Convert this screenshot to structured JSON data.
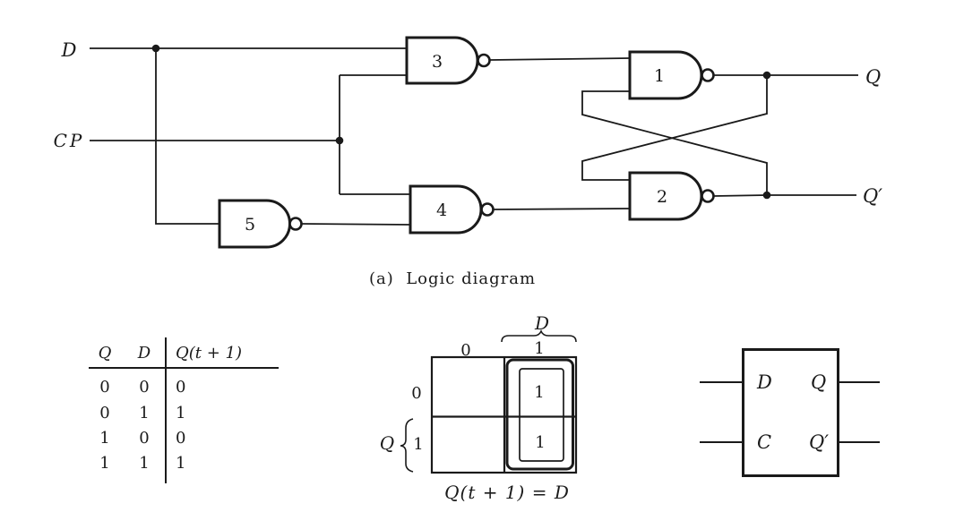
{
  "figure": {
    "caption_a": "(a)  Logic diagram",
    "ink_color": "#1a1a1a",
    "bg_color": "#ffffff"
  },
  "logic_diagram": {
    "input_d": "D",
    "input_cp": "CP",
    "output_q": "Q",
    "output_qp": "Q′",
    "gate_1": "1",
    "gate_2": "2",
    "gate_3": "3",
    "gate_4": "4",
    "gate_5": "5"
  },
  "truth_table": {
    "headers": [
      "Q",
      "D",
      "Q(t + 1)"
    ],
    "rows": [
      [
        "0",
        "0",
        "0"
      ],
      [
        "0",
        "1",
        "1"
      ],
      [
        "1",
        "0",
        "0"
      ],
      [
        "1",
        "1",
        "1"
      ]
    ]
  },
  "kmap": {
    "top_var": "D",
    "col_headers": [
      "0",
      "1"
    ],
    "row_headers": [
      "0",
      "1"
    ],
    "row_var": "Q",
    "cell_d1_q0": "1",
    "cell_d1_q1": "1",
    "equation": "Q(t + 1) = D"
  },
  "block_symbol": {
    "in_top": "D",
    "in_bottom": "C",
    "out_top": "Q",
    "out_bottom": "Q′"
  }
}
